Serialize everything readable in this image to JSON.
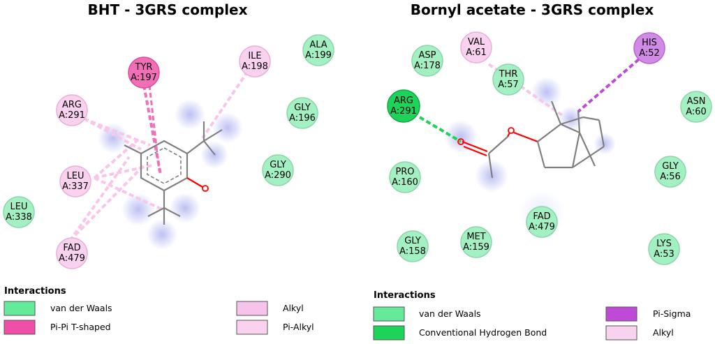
{
  "colors": {
    "van_der_waals": "#a3f0c3",
    "van_der_waals_stroke": "#8fd6ad",
    "pi_pi_t_shaped": "#f06fb6",
    "alkyl": "#f9cdf0",
    "pi_alkyl": "#f9d2ef",
    "pi_sigma": "#c26ee0",
    "conventional_h_bond": "#1ed35a",
    "bond_line": "#808080",
    "oxygen": "#ff0000",
    "halo": "#c8ccf4"
  },
  "panels": [
    {
      "title": "BHT - 3GRS complex",
      "residues": [
        {
          "name": "TYR",
          "id": "A:197",
          "type": "pi_pi_t_shaped"
        },
        {
          "name": "ILE",
          "id": "A:198",
          "type": "alkyl"
        },
        {
          "name": "ALA",
          "id": "A:199",
          "type": "van_der_waals"
        },
        {
          "name": "ARG",
          "id": "A:291",
          "type": "alkyl"
        },
        {
          "name": "GLY",
          "id": "A:196",
          "type": "van_der_waals"
        },
        {
          "name": "GLY",
          "id": "A:290",
          "type": "van_der_waals"
        },
        {
          "name": "LEU",
          "id": "A:337",
          "type": "alkyl"
        },
        {
          "name": "LEU",
          "id": "A:338",
          "type": "van_der_waals"
        },
        {
          "name": "FAD",
          "id": "A:479",
          "type": "alkyl"
        }
      ],
      "legend": {
        "heading": "Interactions",
        "items": [
          {
            "label": "van der Waals",
            "type": "van_der_waals"
          },
          {
            "label": "Pi-Pi T-shaped",
            "type": "pi_pi_t_shaped"
          },
          {
            "label": "Alkyl",
            "type": "alkyl"
          },
          {
            "label": "Pi-Alkyl",
            "type": "pi_alkyl"
          }
        ]
      }
    },
    {
      "title": "Bornyl acetate - 3GRS complex",
      "residues": [
        {
          "name": "ASP",
          "id": "A:178",
          "type": "van_der_waals"
        },
        {
          "name": "VAL",
          "id": "A:61",
          "type": "alkyl"
        },
        {
          "name": "HIS",
          "id": "A:52",
          "type": "pi_sigma"
        },
        {
          "name": "THR",
          "id": "A:57",
          "type": "van_der_waals"
        },
        {
          "name": "ARG",
          "id": "A:291",
          "type": "conventional_h_bond"
        },
        {
          "name": "ASN",
          "id": "A:60",
          "type": "van_der_waals"
        },
        {
          "name": "PRO",
          "id": "A:160",
          "type": "van_der_waals"
        },
        {
          "name": "GLY",
          "id": "A:56",
          "type": "van_der_waals"
        },
        {
          "name": "FAD",
          "id": "A:479",
          "type": "van_der_waals"
        },
        {
          "name": "GLY",
          "id": "A:158",
          "type": "van_der_waals"
        },
        {
          "name": "MET",
          "id": "A:159",
          "type": "van_der_waals"
        },
        {
          "name": "LYS",
          "id": "A:53",
          "type": "van_der_waals"
        }
      ],
      "legend": {
        "heading": "Interactions",
        "items": [
          {
            "label": "van der Waals",
            "type": "van_der_waals"
          },
          {
            "label": "Conventional Hydrogen Bond",
            "type": "conventional_h_bond"
          },
          {
            "label": "Pi-Sigma",
            "type": "pi_sigma"
          },
          {
            "label": "Alkyl",
            "type": "alkyl"
          }
        ]
      }
    }
  ]
}
